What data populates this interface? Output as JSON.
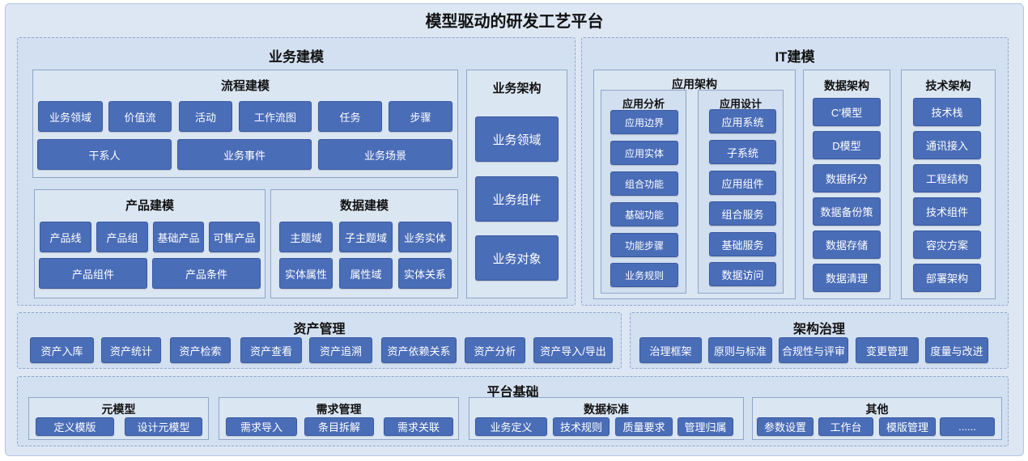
{
  "title": "模型驱动的研发工艺平台",
  "business_modeling": {
    "title": "业务建模",
    "process": {
      "title": "流程建模",
      "row1": [
        "业务领域",
        "价值流",
        "活动",
        "工作流图",
        "任务",
        "步骤"
      ],
      "row2": [
        "干系人",
        "业务事件",
        "业务场景"
      ]
    },
    "product": {
      "title": "产品建模",
      "row1": [
        "产品线",
        "产品组",
        "基础产品",
        "可售产品"
      ],
      "row2": [
        "产品组件",
        "产品条件"
      ]
    },
    "data": {
      "title": "数据建模",
      "row1": [
        "主题域",
        "子主题域",
        "业务实体"
      ],
      "row2": [
        "实体属性",
        "属性域",
        "实体关系"
      ]
    },
    "architecture": {
      "title": "业务架构",
      "items": [
        "业务领域",
        "业务组件",
        "业务对象"
      ]
    }
  },
  "it_modeling": {
    "title": "IT建模",
    "app_architecture": {
      "title": "应用架构",
      "analysis": {
        "title": "应用分析",
        "items": [
          "应用边界",
          "应用实体",
          "组合功能",
          "基础功能",
          "功能步骤",
          "业务规则"
        ]
      },
      "design": {
        "title": "应用设计",
        "items": [
          "应用系统",
          "子系统",
          "应用组件",
          "组合服务",
          "基础服务",
          "数据访问"
        ]
      }
    },
    "data_architecture": {
      "title": "数据架构",
      "items": [
        "C’模型",
        "D模型",
        "数据拆分",
        "数据备份策",
        "数据存储",
        "数据清理"
      ]
    },
    "tech_architecture": {
      "title": "技术架构",
      "items": [
        "技术栈",
        "通讯接入",
        "工程结构",
        "技术组件",
        "容灾方案",
        "部署架构"
      ]
    }
  },
  "asset_management": {
    "title": "资产管理",
    "items": [
      "资产入库",
      "资产统计",
      "资产检索",
      "资产查看",
      "资产追溯",
      "资产依赖关系",
      "资产分析",
      "资产导入/导出"
    ]
  },
  "arch_governance": {
    "title": "架构治理",
    "items": [
      "治理框架",
      "原则与标准",
      "合规性与评审",
      "变更管理",
      "度量与改进"
    ]
  },
  "platform": {
    "title": "平台基础",
    "meta_model": {
      "title": "元模型",
      "items": [
        "定义模版",
        "设计元模型"
      ]
    },
    "requirements": {
      "title": "需求管理",
      "items": [
        "需求导入",
        "条目拆解",
        "需求关联"
      ]
    },
    "data_standards": {
      "title": "数据标准",
      "items": [
        "业务定义",
        "技术规则",
        "质量要求",
        "管理归属"
      ]
    },
    "others": {
      "title": "其他",
      "items": [
        "参数设置",
        "工作台",
        "模版管理",
        "......"
      ]
    }
  }
}
